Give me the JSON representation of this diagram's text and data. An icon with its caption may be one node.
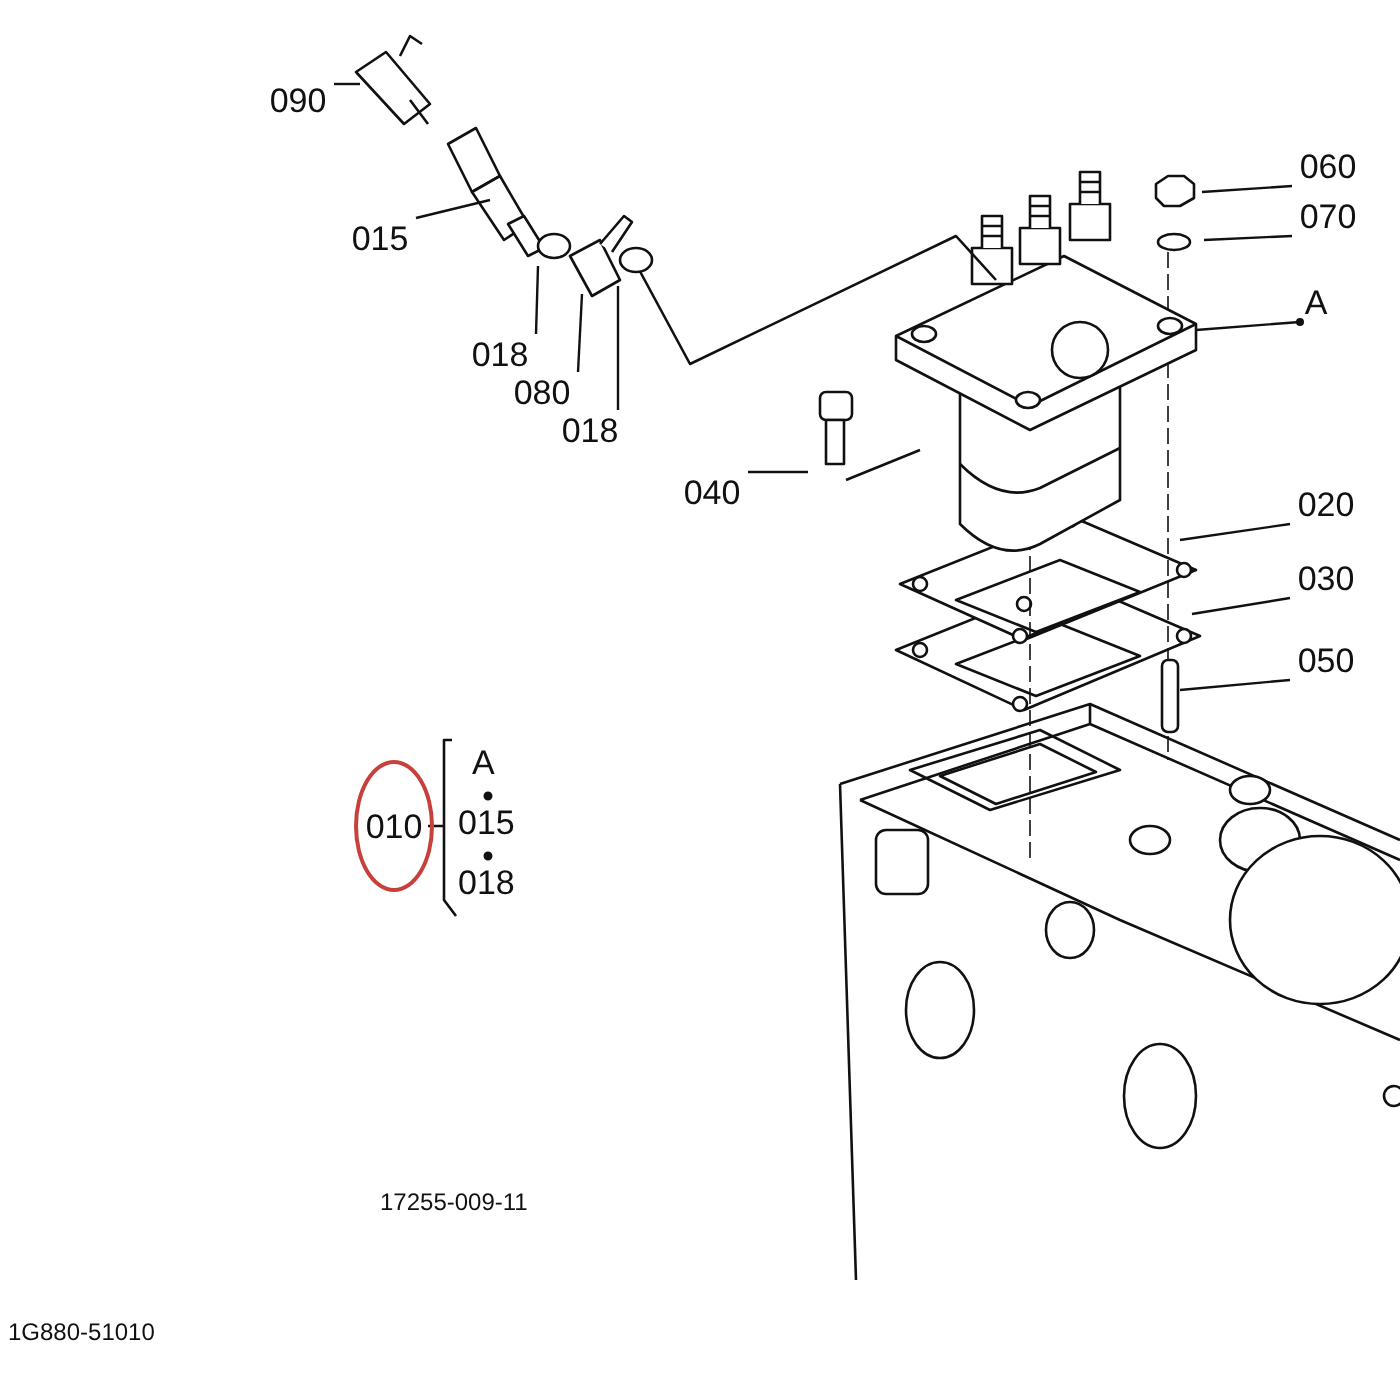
{
  "diagram": {
    "nodes": [
      {
        "text": [
          "090"
        ]
      },
      {
        "text": [
          "015"
        ]
      },
      {
        "text": [
          "018"
        ]
      },
      {
        "text": [
          "080"
        ]
      },
      {
        "text": [
          "018"
        ]
      },
      {
        "text": [
          "060"
        ]
      },
      {
        "text": [
          "070"
        ]
      },
      {
        "text": [
          "A"
        ]
      },
      {
        "text": [
          "040"
        ]
      },
      {
        "text": [
          "020"
        ]
      },
      {
        "text": [
          "030"
        ]
      },
      {
        "text": [
          "050"
        ]
      },
      {
        "text": [
          "010"
        ]
      }
    ],
    "edges": [
      {
        "from": 0,
        "to": null,
        "arrow": "none"
      },
      {
        "from": 1,
        "to": null,
        "arrow": "none"
      },
      {
        "from": 2,
        "to": null,
        "arrow": "none"
      },
      {
        "from": 3,
        "to": null,
        "arrow": "none"
      },
      {
        "from": 4,
        "to": null,
        "arrow": "none"
      },
      {
        "from": 5,
        "to": null,
        "arrow": "none"
      },
      {
        "from": 6,
        "to": null,
        "arrow": "none"
      },
      {
        "from": 7,
        "to": null,
        "arrow": "other"
      },
      {
        "from": 8,
        "to": null,
        "arrow": "none"
      },
      {
        "from": 9,
        "to": null,
        "arrow": "none"
      },
      {
        "from": 10,
        "to": null,
        "arrow": "none"
      },
      {
        "from": 11,
        "to": null,
        "arrow": "none"
      }
    ],
    "labels": [
      "A",
      "015",
      "018",
      "17255-009-11",
      "1G880-51010"
    ]
  }
}
